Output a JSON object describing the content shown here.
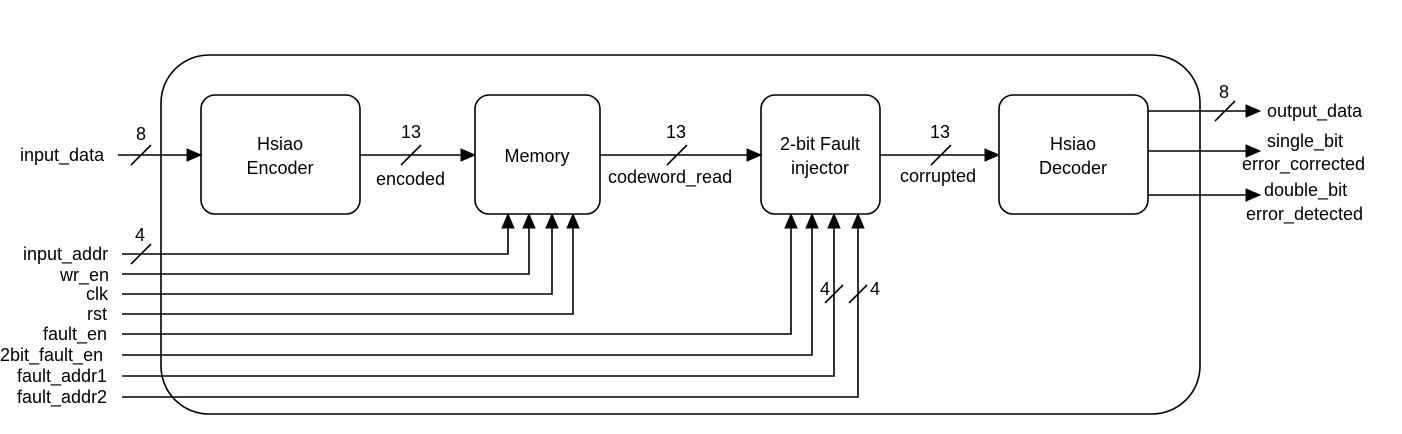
{
  "blocks": {
    "encoder": {
      "line1": "Hsiao",
      "line2": "Encoder"
    },
    "memory": {
      "line1": "Memory"
    },
    "injector": {
      "line1": "2-bit Fault",
      "line2": "injector"
    },
    "decoder": {
      "line1": "Hsiao",
      "line2": "Decoder"
    }
  },
  "signals": {
    "input_data": "input_data",
    "input_addr": "input_addr",
    "wr_en": "wr_en",
    "clk": "clk",
    "rst": "rst",
    "fault_en": "fault_en",
    "bit2_fault_en": "2bit_fault_en",
    "fault_addr1": "fault_addr1",
    "fault_addr2": "fault_addr2",
    "encoded": "encoded",
    "codeword_read": "codeword_read",
    "corrupted": "corrupted",
    "output_data": "output_data",
    "single_bit_1": "single_bit",
    "single_bit_2": "error_corrected",
    "double_bit_1": "double_bit",
    "double_bit_2": "error_detected"
  },
  "widths": {
    "input_data": "8",
    "encoded": "13",
    "codeword_read": "13",
    "corrupted": "13",
    "input_addr": "4",
    "fault_addr1": "4",
    "fault_addr2": "4",
    "output_data": "8"
  }
}
